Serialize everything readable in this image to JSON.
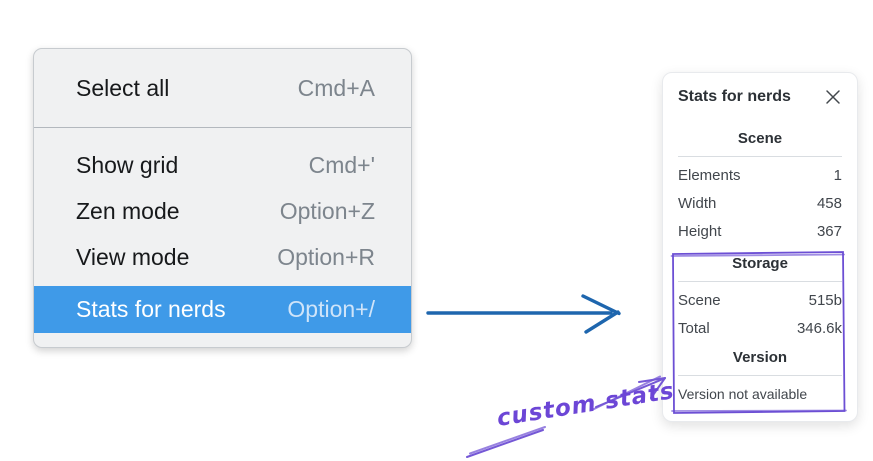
{
  "menu": {
    "items": [
      {
        "label": "Select all",
        "shortcut": "Cmd+A"
      },
      {
        "label": "Show grid",
        "shortcut": "Cmd+'"
      },
      {
        "label": "Zen mode",
        "shortcut": "Option+Z"
      },
      {
        "label": "View mode",
        "shortcut": "Option+R"
      },
      {
        "label": "Stats for nerds",
        "shortcut": "Option+/"
      }
    ],
    "highlighted_item": "Stats for nerds",
    "highlight_color": "#3f9ae8"
  },
  "stats_panel": {
    "title": "Stats for nerds",
    "sections": [
      {
        "header": "Scene",
        "rows": [
          {
            "label": "Elements",
            "value": "1"
          },
          {
            "label": "Width",
            "value": "458"
          },
          {
            "label": "Height",
            "value": "367"
          }
        ]
      },
      {
        "header": "Storage",
        "rows": [
          {
            "label": "Scene",
            "value": "515b"
          },
          {
            "label": "Total",
            "value": "346.6k"
          }
        ]
      },
      {
        "header": "Version",
        "note": "Version not available"
      }
    ]
  },
  "annotation": {
    "label": "custom stats",
    "color": "#6c4fd4"
  },
  "flow_arrow_color": "#1e66ae"
}
